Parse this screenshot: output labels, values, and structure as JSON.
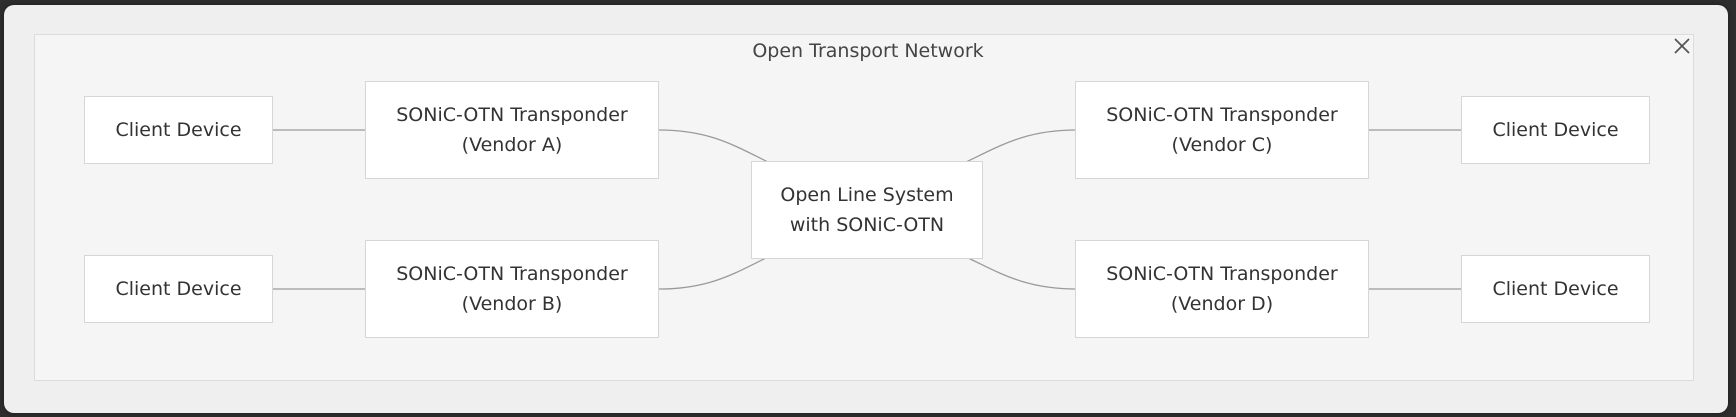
{
  "diagram": {
    "title": "Open Transport Network",
    "close_icon": "close-icon",
    "colors": {
      "frame_bg": "#f5f5f5",
      "node_bg": "#ffffff",
      "node_border": "#d6d6d6",
      "connector": "#9a9a9a",
      "text": "#333333"
    },
    "nodes": {
      "client_a": {
        "label": "Client Device"
      },
      "client_b": {
        "label": "Client Device"
      },
      "client_c": {
        "label": "Client Device"
      },
      "client_d": {
        "label": "Client Device"
      },
      "transponder_a": {
        "line1": "SONiC-OTN Transponder",
        "line2": "(Vendor A)"
      },
      "transponder_b": {
        "line1": "SONiC-OTN Transponder",
        "line2": "(Vendor B)"
      },
      "transponder_c": {
        "line1": "SONiC-OTN Transponder",
        "line2": "(Vendor C)"
      },
      "transponder_d": {
        "line1": "SONiC-OTN Transponder",
        "line2": "(Vendor D)"
      },
      "ols": {
        "line1": "Open Line System",
        "line2": "with SONiC-OTN"
      }
    },
    "connections": [
      [
        "client_a",
        "transponder_a"
      ],
      [
        "client_b",
        "transponder_b"
      ],
      [
        "transponder_c",
        "client_c"
      ],
      [
        "transponder_d",
        "client_d"
      ],
      [
        "transponder_a",
        "ols"
      ],
      [
        "transponder_b",
        "ols"
      ],
      [
        "ols",
        "transponder_c"
      ],
      [
        "ols",
        "transponder_d"
      ]
    ]
  }
}
